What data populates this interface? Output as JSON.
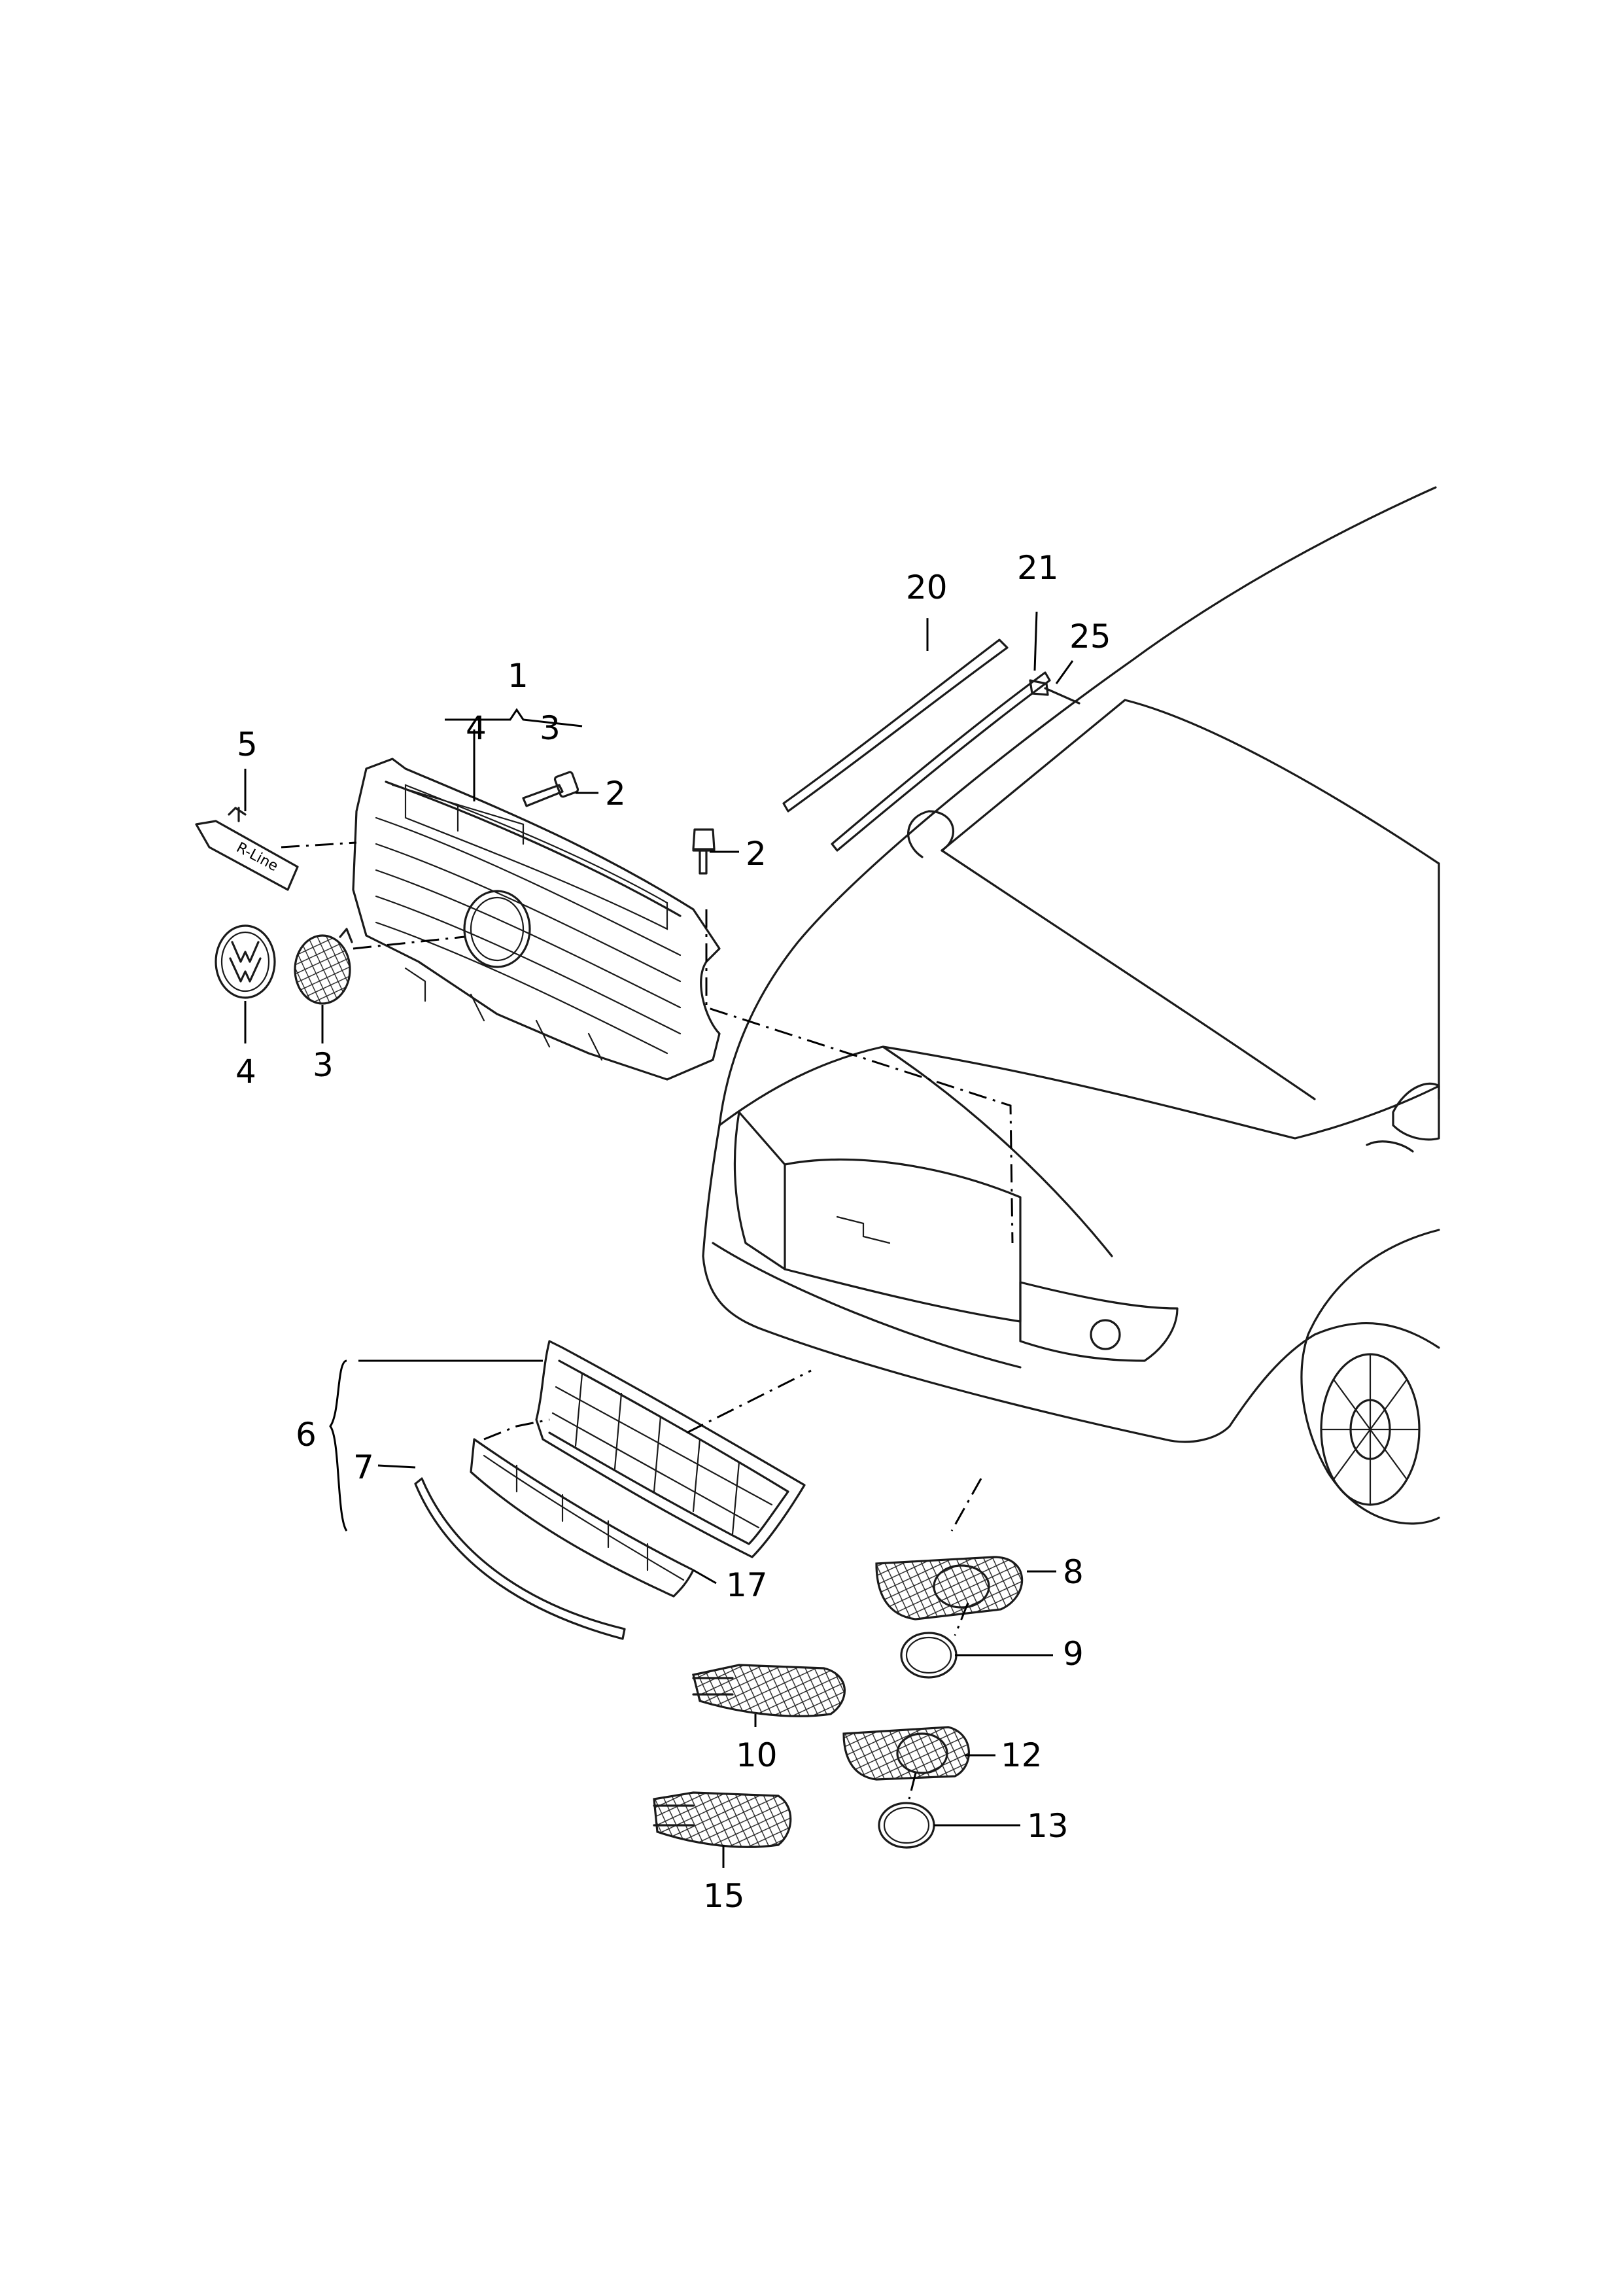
{
  "diagram": {
    "title": "Front grille and trim parts exploded view",
    "callouts": {
      "c1": "1",
      "c4a": "4",
      "c3a": "3",
      "c5": "5",
      "c2a": "2",
      "c2b": "2",
      "c4b": "4",
      "c3b": "3",
      "c20": "20",
      "c21": "21",
      "c25": "25",
      "c6": "6",
      "c7": "7",
      "c17": "17",
      "c8": "8",
      "c9": "9",
      "c10": "10",
      "c12": "12",
      "c13": "13",
      "c15": "15"
    },
    "badge_text": "R-Line"
  }
}
